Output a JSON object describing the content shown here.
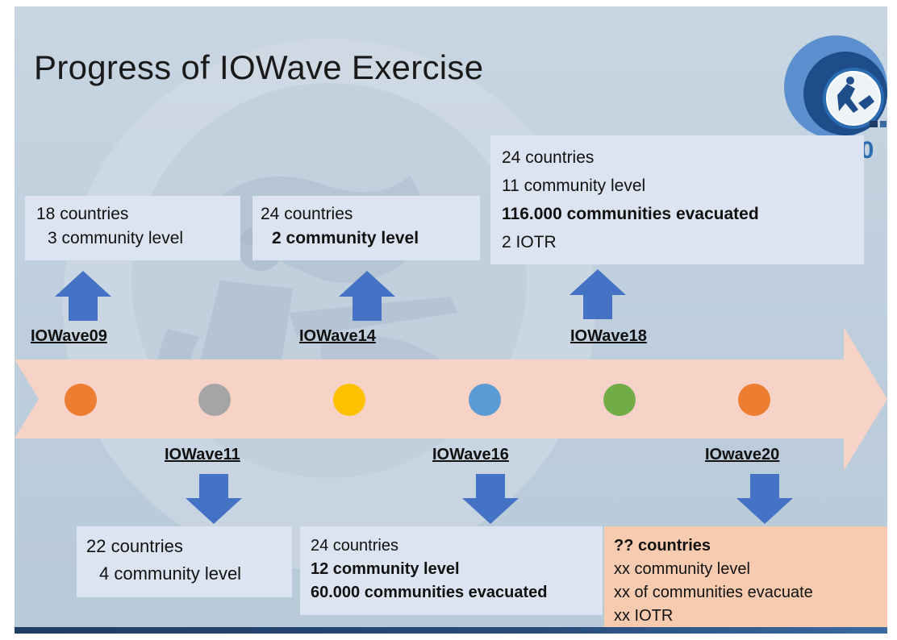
{
  "title": "Progress of IOWave Exercise",
  "logo_partial_text": "20",
  "colors": {
    "timeline_arrow": "#f6d3c6",
    "box_bg": "#dce4f1",
    "future_box_bg": "#f7cbb0",
    "block_arrow": "#4472c4"
  },
  "events": [
    {
      "label": "IOWave09",
      "dot_color": "#ed7d31",
      "info": [
        "18 countries",
        "3 community level"
      ]
    },
    {
      "label": "IOWave11",
      "dot_color": "#a5a5a5",
      "info": [
        "22 countries",
        "4 community level"
      ]
    },
    {
      "label": "IOWave14",
      "dot_color": "#ffc000",
      "info": [
        "24 countries",
        "2 community level"
      ]
    },
    {
      "label": "IOWave16",
      "dot_color": "#5b9bd5",
      "info": [
        "24 countries",
        "12 community level",
        "60.000 communities evacuated"
      ]
    },
    {
      "label": "IOWave18",
      "dot_color": "#70ad47",
      "info": [
        "24 countries",
        "11 community level",
        "116.000 communities evacuated",
        "2  IOTR"
      ]
    },
    {
      "label": "IOwave20",
      "dot_color": "#ed7d31",
      "info": [
        "?? countries",
        "xx community level",
        "xx of communities evacuate",
        "xx IOTR"
      ]
    }
  ]
}
